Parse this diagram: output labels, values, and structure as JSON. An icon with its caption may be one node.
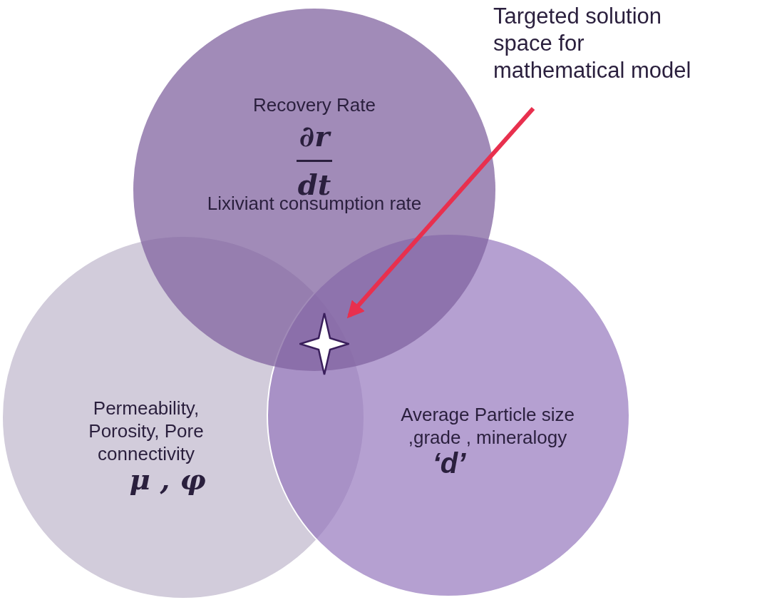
{
  "diagram": {
    "nodes": [
      {
        "text": [
          "Recovery Rate",
          "∂r",
          "dt",
          "Lixiviant consumption rate"
        ]
      },
      {
        "text": [
          "Permeability, Porosity, Pore connectivity",
          "μ , φ"
        ]
      },
      {
        "text": [
          "Average Particle size ,grade , mineralogy",
          "‘d’"
        ]
      },
      {
        "text": [],
        "shape": "star"
      },
      {
        "text": [
          "Targeted solution space for mathematical model"
        ]
      }
    ],
    "edges": [
      {
        "from": 4,
        "to": 3,
        "arrow": "to",
        "color": "#e8304e"
      }
    ]
  }
}
